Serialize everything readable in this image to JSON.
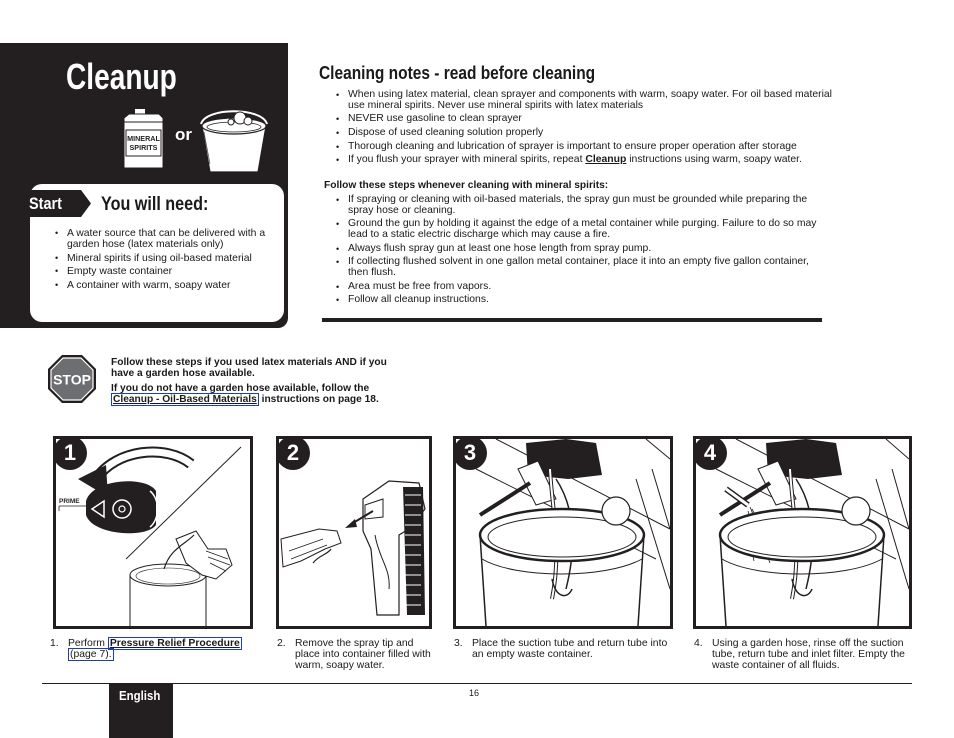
{
  "header": {
    "title": "Cleanup",
    "can_label_1": "MINERAL",
    "can_label_2": "SPIRITS",
    "or_text": "or"
  },
  "need": {
    "start_label": "Start",
    "title": "You will need:",
    "items": [
      "A water source that can be delivered with a garden hose (latex materials only)",
      "Mineral spirits if using oil-based material",
      "Empty waste container",
      "A container with warm, soapy water"
    ]
  },
  "notes": {
    "title": "Cleaning notes - read before cleaning",
    "items": [
      "When using latex material, clean sprayer and components with warm, soapy water.  For oil based material use mineral spirits. Never use mineral spirits with latex materials",
      "NEVER use gasoline to clean sprayer",
      "Dispose of used cleaning solution properly",
      "Thorough cleaning and lubrication of sprayer is important to ensure proper operation after storage"
    ],
    "last_item_pre": "If you flush your sprayer with mineral spirits, repeat ",
    "last_item_link": "Cleanup",
    "last_item_post": " instructions using warm, soapy water."
  },
  "mineral": {
    "heading": "Follow these steps whenever cleaning with mineral spirits:",
    "items": [
      "If spraying or cleaning with oil-based materials, the spray gun must be grounded while preparing the spray hose or cleaning.",
      "Ground the gun by holding it against the edge of a metal container while purging.  Failure to do so may lead to a static electric discharge which may cause a fire.",
      "Always flush spray gun at least one hose length from spray pump.",
      "If collecting flushed solvent in one gallon metal container, place it into an empty five gallon container, then flush.",
      "Area must be free from vapors.",
      "Follow all cleanup instructions."
    ]
  },
  "stop": {
    "sign_text": "STOP",
    "line1": "Follow these steps if you used latex materials AND if you have a garden hose available.",
    "line2_pre": "If you do not have a garden hose available, follow the ",
    "line2_link": "Cleanup - Oil-Based Materials",
    "line2_post": " instructions on page 18."
  },
  "steps": [
    {
      "num": "1",
      "prime_label": "PRIME",
      "caption_num": "1.",
      "caption_pre": "Perform ",
      "caption_link": "Pressure Relief Procedure",
      "caption_link2": "(page 7)."
    },
    {
      "num": "2",
      "caption_num": "2.",
      "caption": "Remove the spray tip and place into container filled with warm, soapy water."
    },
    {
      "num": "3",
      "caption_num": "3.",
      "caption": "Place the suction tube and return tube into an empty waste container."
    },
    {
      "num": "4",
      "caption_num": "4.",
      "caption": "Using a garden hose, rinse off the suction tube, return tube and inlet filter. Empty the waste container of all fluids."
    }
  ],
  "footer": {
    "language": "English",
    "page_number": "16"
  },
  "colors": {
    "dark": "#231f20",
    "link_box": "#1f3fb0",
    "stop_fill": "#6d6e71"
  }
}
